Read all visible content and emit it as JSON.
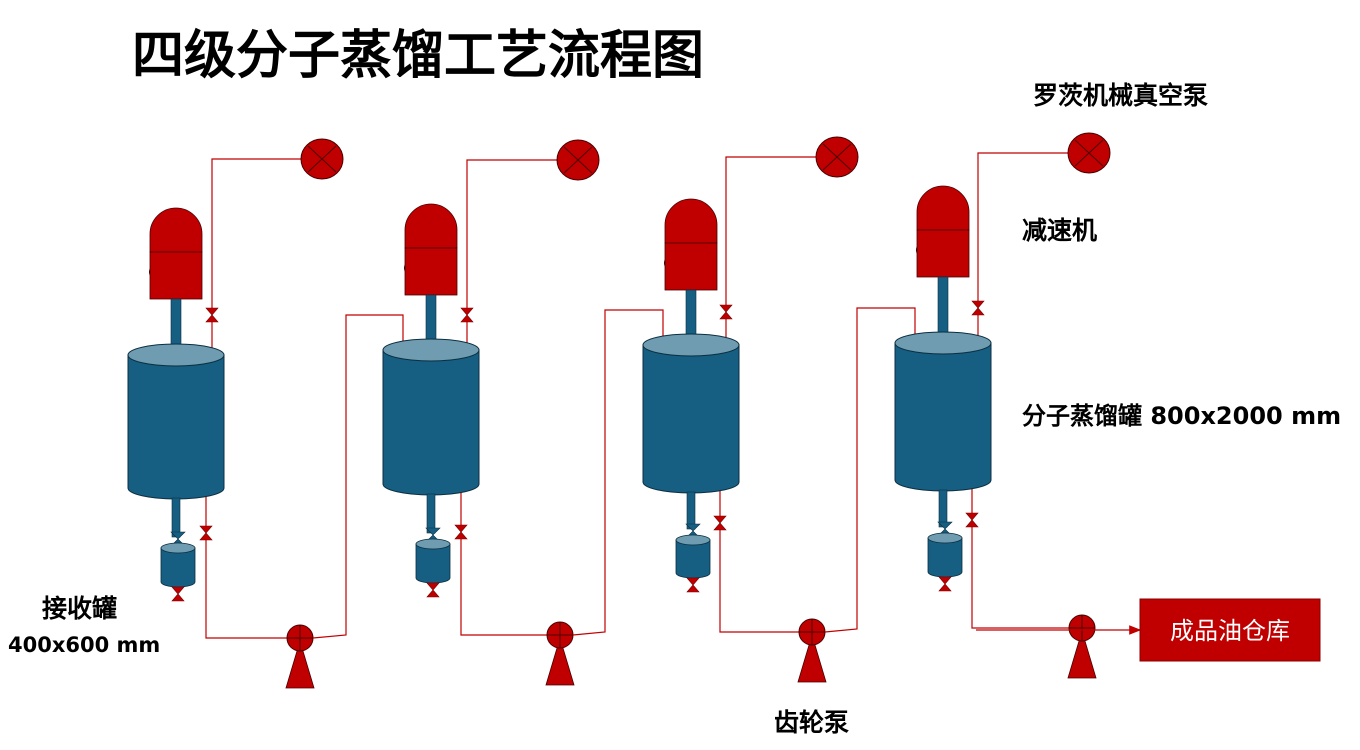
{
  "title": "四级分子蒸馏工艺流程图",
  "labels": {
    "vacuum_pump": "罗茨机械真空泵",
    "reducer": "减速机",
    "still": "分子蒸馏罐 800x2000 mm",
    "receiver": "接收罐",
    "receiver_size": "400x600 mm",
    "gear_pump": "齿轮泵",
    "storage": "成品油仓库"
  },
  "colors": {
    "red": "#c00000",
    "line": "#c00000",
    "tank": "#165e82",
    "tank_top": "#6f9cb1",
    "dark": "#111111"
  },
  "icons": [
    "vacuum-pump-icon",
    "reducer-motor-icon",
    "still-tank-icon",
    "receiver-tank-icon",
    "valve-icon",
    "gear-pump-icon",
    "arrow-icon"
  ]
}
